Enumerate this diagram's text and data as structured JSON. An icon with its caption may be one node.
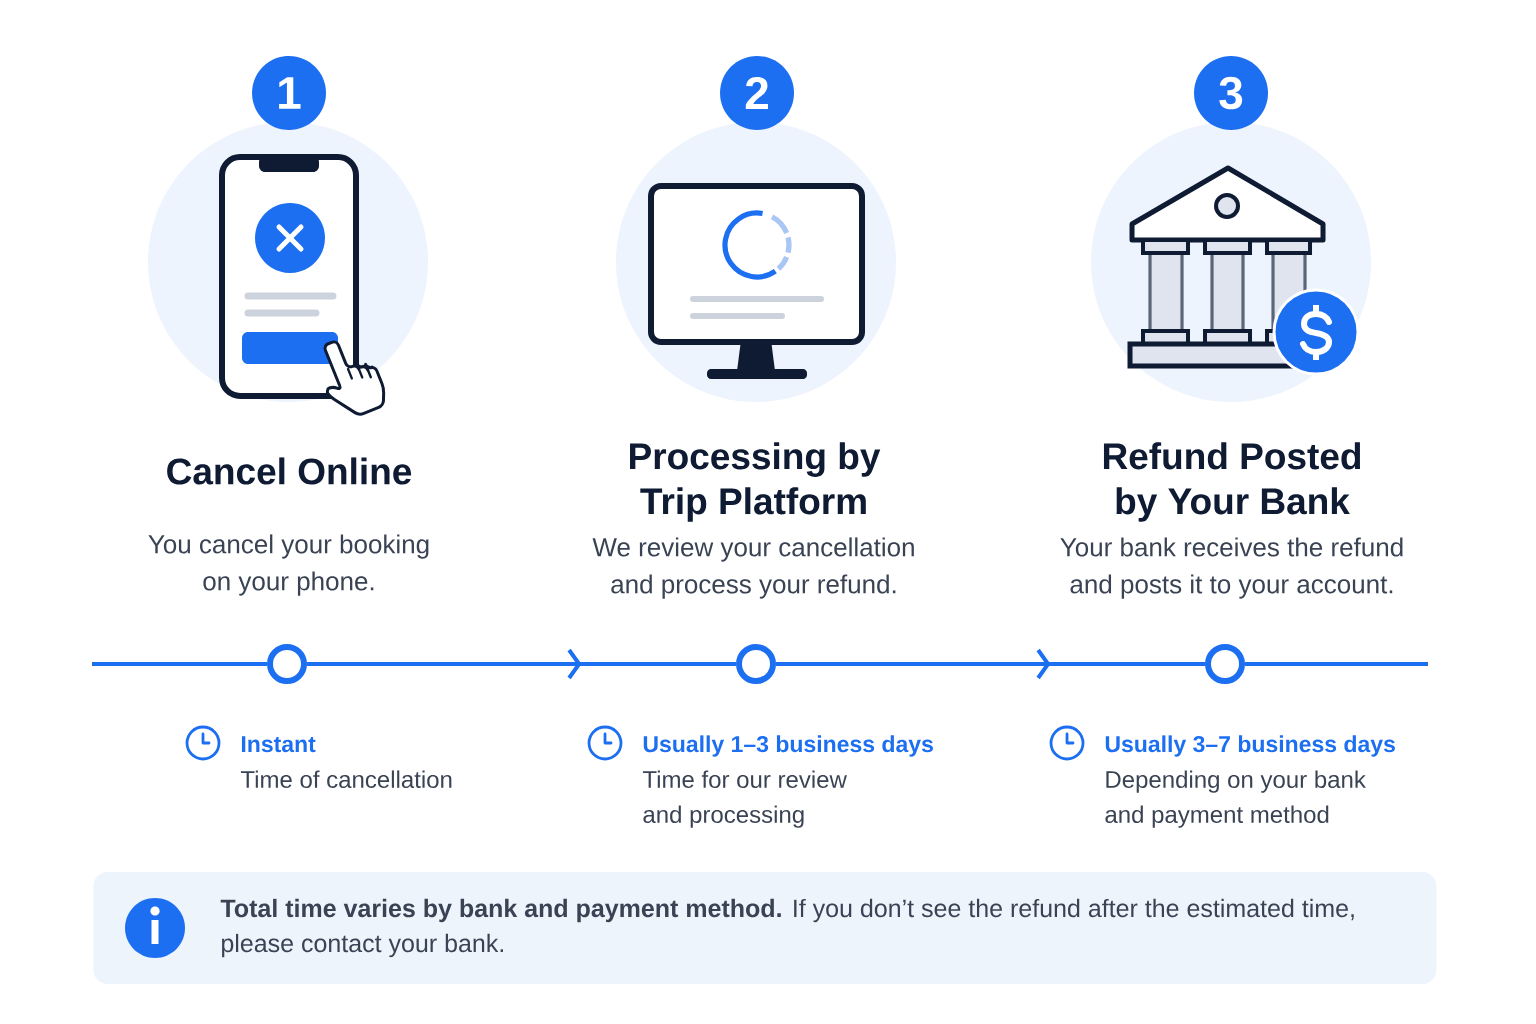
{
  "diagram": {
    "nodes": [
      {
        "text": [
          "1"
        ]
      },
      {
        "text": [
          "2"
        ]
      },
      {
        "text": [
          "3"
        ]
      },
      {
        "text": [],
        "shape": "circle",
        "beside": [
          "Instant",
          "Time of cancellation"
        ]
      },
      {
        "text": [],
        "shape": "circle",
        "beside": [
          "Usually 1–3 business days",
          "Time for our review and processing"
        ]
      },
      {
        "text": [],
        "shape": "circle",
        "beside": [
          "Usually 3–7 business days",
          "Depending on your bank and payment method"
        ]
      },
      {
        "text": [
          "**Total time varies by bank and payment method.** If you don’t see the refund after the estimated time, please contact your bank."
        ]
      }
    ],
    "edges": [
      {
        "from": null,
        "to": 3,
        "arrow": "none"
      },
      {
        "from": 3,
        "to": 4,
        "arrow": "to"
      },
      {
        "from": 4,
        "to": 5,
        "arrow": "to"
      },
      {
        "from": 5,
        "to": null,
        "arrow": "none"
      }
    ],
    "labels": [
      "Cancel Online",
      "Processing by Trip Platform",
      "Refund Posted by Your Bank",
      "You cancel your booking on your phone.",
      "We review your cancellation and process your refund.",
      "Your bank receives the refund and posts it to your account."
    ]
  }
}
